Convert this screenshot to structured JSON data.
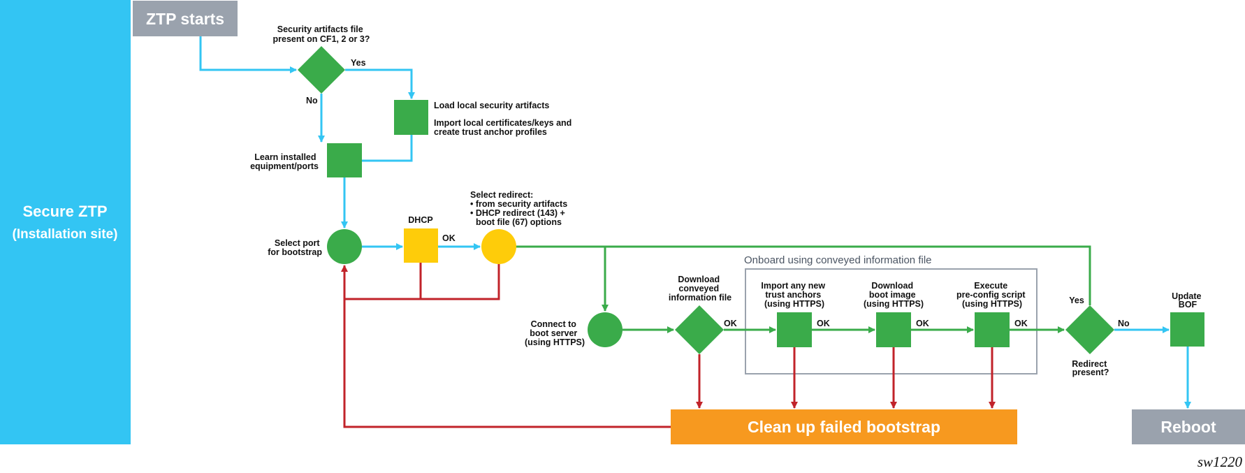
{
  "colors": {
    "sidebar": "#33c5f3",
    "terminal_gray": "#9aa2ad",
    "green": "#3aab4a",
    "yellow": "#fecc0a",
    "orange": "#f7991f",
    "blue_arrow": "#33c5f3",
    "red_arrow": "#c1232a",
    "green_arrow": "#3aab4a",
    "group_border": "#9aa2ad"
  },
  "sidebar": {
    "line1": "Secure ZTP",
    "line2": "(Installation site)"
  },
  "nodes": {
    "start": {
      "label": "ZTP starts"
    },
    "security_check": {
      "label_lines": [
        "Security artifacts file",
        "present on CF1, 2 or 3?"
      ],
      "yes": "Yes",
      "no": "No"
    },
    "load_local": {
      "label1": "Load local security artifacts",
      "label2_lines": [
        "Import local certificates/keys and",
        "create trust anchor profiles"
      ]
    },
    "learn": {
      "label_lines": [
        "Learn installed",
        "equipment/ports"
      ]
    },
    "select_port": {
      "label_lines": [
        "Select port",
        "for bootstrap"
      ]
    },
    "dhcp": {
      "label": "DHCP",
      "ok": "OK"
    },
    "select_redirect": {
      "label_lines": [
        "Select redirect:",
        "• from security artifacts",
        "• DHCP redirect (143) +",
        "  boot file (67) options"
      ]
    },
    "connect": {
      "label_lines": [
        "Connect to",
        "boot server",
        "(using HTTPS)"
      ]
    },
    "download_info": {
      "label_lines": [
        "Download",
        "conveyed",
        "information file"
      ],
      "ok": "OK"
    },
    "onboard_group": {
      "label": "Onboard using conveyed information file"
    },
    "import_anchors": {
      "label_lines": [
        "Import any new",
        "trust anchors",
        "(using HTTPS)"
      ],
      "ok": "OK"
    },
    "download_image": {
      "label_lines": [
        "Download",
        "boot image",
        "(using HTTPS)"
      ],
      "ok": "OK"
    },
    "execute_script": {
      "label_lines": [
        "Execute",
        "pre-config script",
        "(using HTTPS)"
      ],
      "ok": "OK"
    },
    "redirect_check": {
      "label_lines": [
        "Redirect",
        "present?"
      ],
      "yes": "Yes",
      "no": "No"
    },
    "update_bof": {
      "label_lines": [
        "Update",
        "BOF"
      ]
    },
    "cleanup": {
      "label": "Clean up failed bootstrap"
    },
    "reboot": {
      "label": "Reboot"
    }
  },
  "figure_id": "sw1220"
}
